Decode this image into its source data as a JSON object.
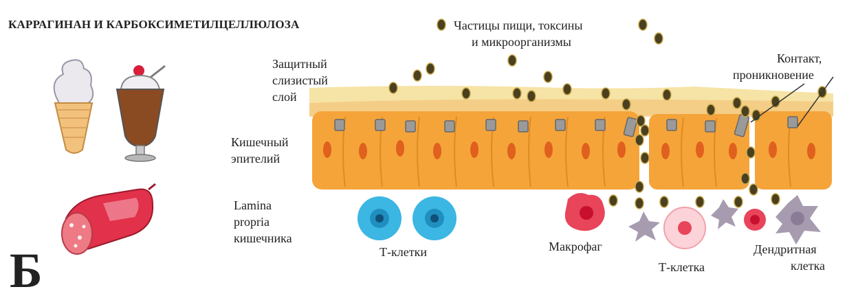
{
  "figure": {
    "title": "КАРРАГИНАН И КАРБОКСИМЕТИЛЦЕЛЛЮЛОЗА",
    "panel_letter": "Б",
    "labels": {
      "particles_line1": "Частицы пищи, токсины",
      "particles_line2": "и микроорганизмы",
      "mucus_line1": "Защитный",
      "mucus_line2": "слизистый",
      "mucus_line3": "слой",
      "contact_line1": "Контакт,",
      "contact_line2": "проникновение",
      "epithelium_line1": "Кишечный",
      "epithelium_line2": "эпителий",
      "lamina_line1": "Lamina",
      "lamina_line2": "propria",
      "lamina_line3": "кишечника",
      "t_cells": "Т-клетки",
      "macrophage": "Макрофаг",
      "t_cell": "Т-клетка",
      "dendritic_line1": "Дендритная",
      "dendritic_line2": "клетка"
    },
    "icons": [
      "ice-cream-cone-icon",
      "milkshake-icon",
      "sausage-icon"
    ],
    "colors": {
      "epithelium": "#f5a43a",
      "mucus": "#f6e3a6",
      "particle": "#4a4020",
      "t_cell": "#3cb6e3",
      "macrophage": "#e8445a",
      "dendritic": "#a79bb0"
    }
  }
}
